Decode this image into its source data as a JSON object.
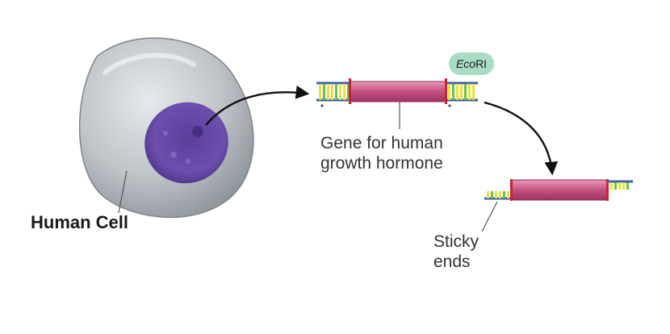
{
  "labels": {
    "human_cell": "Human Cell",
    "gene_line1": "Gene for human",
    "gene_line2": "growth hormone",
    "sticky_line1": "Sticky",
    "sticky_line2": "ends",
    "enzyme_italic": "Eco",
    "enzyme_plain": "RI"
  },
  "colors": {
    "cell_body": "#b9bec3",
    "nucleus": "#6a4aa8",
    "gene_segment": "#c85a8c",
    "dna_strand": "#3a5fae",
    "base_yellow": "#e8e23a",
    "base_green": "#6cbf3e",
    "enzyme_badge": "#a9dcc4",
    "arrow": "#111111"
  },
  "icons": {
    "cell": "human-cell-illustration",
    "arrow_1": "curved-arrow-icon",
    "arrow_2": "curved-arrow-icon"
  }
}
